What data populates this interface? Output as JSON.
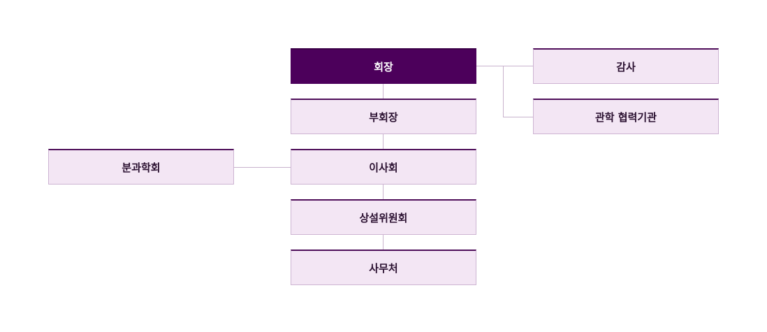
{
  "org_chart": {
    "president": "회장",
    "vice_president": "부회장",
    "board": "이사회",
    "standing_committee": "상설위원회",
    "secretariat": "사무처",
    "auditor": "감사",
    "cooperation_agency": "관학 협력기관",
    "divisions": "분과학회"
  },
  "colors": {
    "primary_fill": "#4c005b",
    "box_fill": "#f3e6f4",
    "box_border": "#cdb4d2",
    "connector": "#c8b2cd"
  }
}
